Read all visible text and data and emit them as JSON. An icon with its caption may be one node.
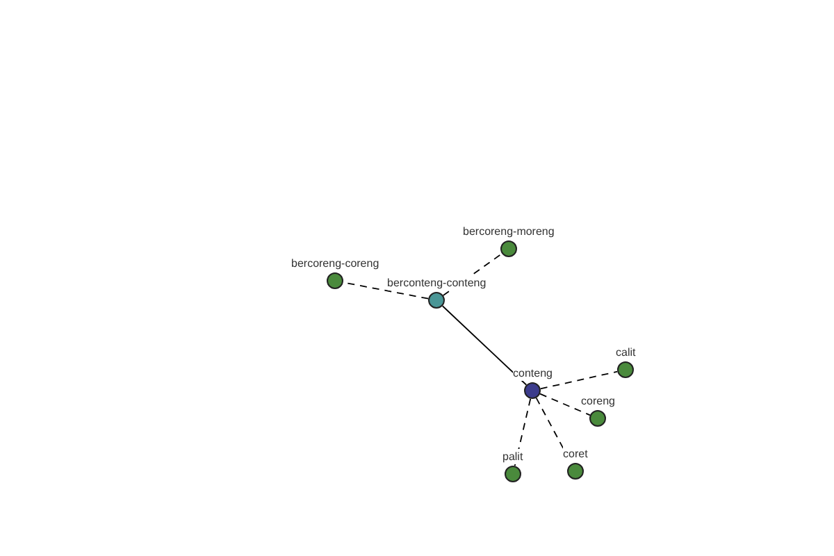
{
  "diagram": {
    "nodes": [
      {
        "text": [
          "conteng"
        ]
      },
      {
        "text": [
          "berconteng-conteng"
        ]
      },
      {
        "text": [
          "bercoreng-coreng"
        ]
      },
      {
        "text": [
          "bercoreng-moreng"
        ]
      },
      {
        "text": [
          "calit"
        ]
      },
      {
        "text": [
          "coreng"
        ]
      },
      {
        "text": [
          "coret"
        ]
      },
      {
        "text": [
          "palit"
        ]
      }
    ],
    "edges": [
      {
        "from": 0,
        "to": 1,
        "arrow": "none"
      },
      {
        "from": 1,
        "to": 2,
        "arrow": "none",
        "style": "dashed"
      },
      {
        "from": 1,
        "to": 3,
        "arrow": "none",
        "style": "dashed"
      },
      {
        "from": 0,
        "to": 4,
        "arrow": "none",
        "style": "dashed"
      },
      {
        "from": 0,
        "to": 5,
        "arrow": "none",
        "style": "dashed"
      },
      {
        "from": 0,
        "to": 6,
        "arrow": "none",
        "style": "dashed"
      },
      {
        "from": 0,
        "to": 7,
        "arrow": "none",
        "style": "dashed"
      }
    ]
  }
}
